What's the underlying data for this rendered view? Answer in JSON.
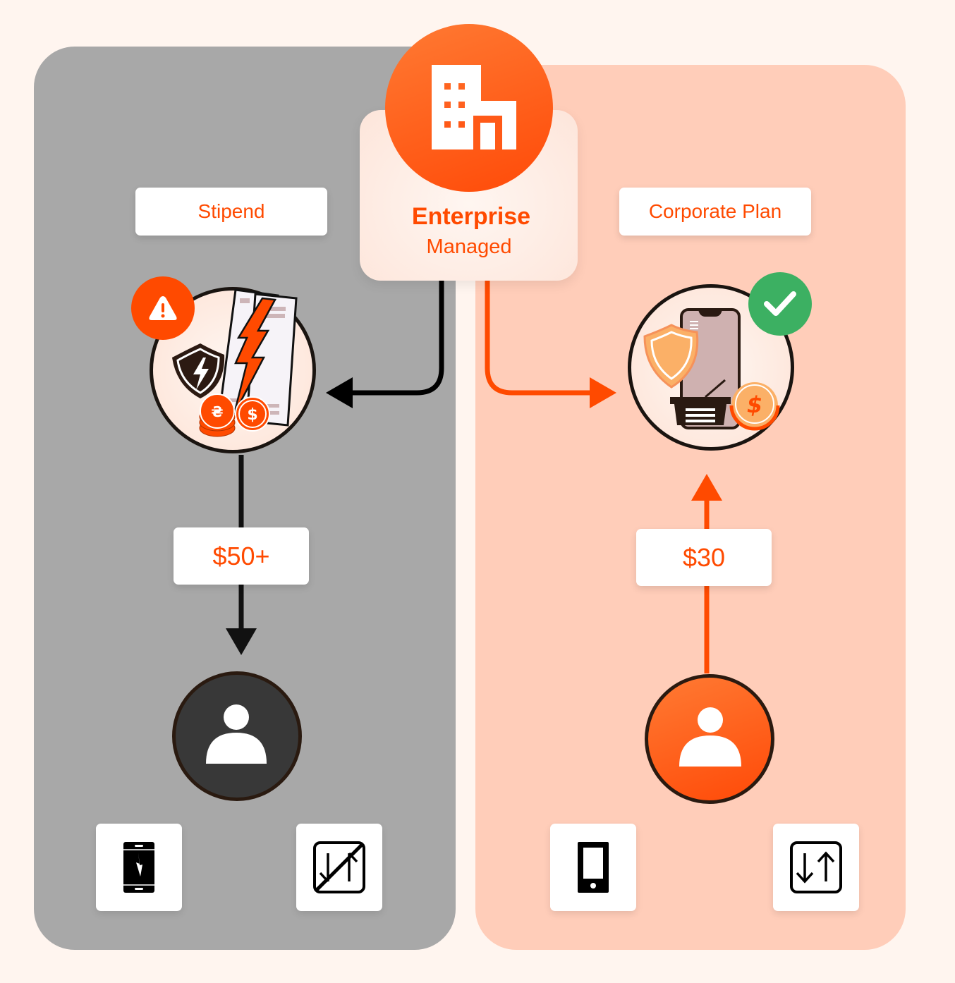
{
  "colors": {
    "accent": "#ff4a00",
    "background": "#fff5ef",
    "left_panel": "#a8a8a8",
    "right_panel": "#ffcdb9",
    "success": "#3cb062",
    "dark_avatar": "#383838"
  },
  "center": {
    "icon": "office-building-icon",
    "title": "Enterprise",
    "subtitle": "Managed"
  },
  "left": {
    "label": "Stipend",
    "illustration": "unprotected-billing-illustration",
    "status_icon": "warning-icon",
    "price": "$50+",
    "flow_direction": "down",
    "user_icon": "user-icon",
    "features": [
      {
        "icon": "broken-phone-icon"
      },
      {
        "icon": "no-data-transfer-icon"
      }
    ]
  },
  "right": {
    "label": "Corporate Plan",
    "illustration": "protected-plan-illustration",
    "status_icon": "check-icon",
    "price": "$30",
    "flow_direction": "up",
    "user_icon": "user-icon",
    "features": [
      {
        "icon": "phone-icon"
      },
      {
        "icon": "data-transfer-icon"
      }
    ]
  }
}
